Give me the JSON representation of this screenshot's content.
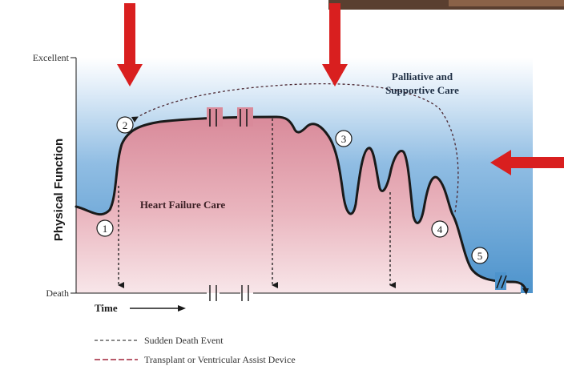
{
  "axis": {
    "y_label": "Physical Function",
    "y_top": "Excellent",
    "y_bottom": "Death",
    "x_label": "Time"
  },
  "regions": {
    "inside": "Heart Failure Care",
    "outside_line1": "Palliative and",
    "outside_line2": "Supportive Care"
  },
  "stages": [
    "1",
    "2",
    "3",
    "4",
    "5"
  ],
  "legend": {
    "sudden_death": "Sudden Death Event",
    "transplant": "Transplant or Ventricular Assist Device"
  },
  "colors": {
    "background_top": "#e9f2fa",
    "background_bottom": "#4d93cc",
    "care_fill_top": "#d98a9a",
    "care_fill_bottom": "#f7e3e6",
    "curve": "#1a1a1a",
    "arrow": "#d91f1f",
    "transplant_line": "#a0243a"
  }
}
